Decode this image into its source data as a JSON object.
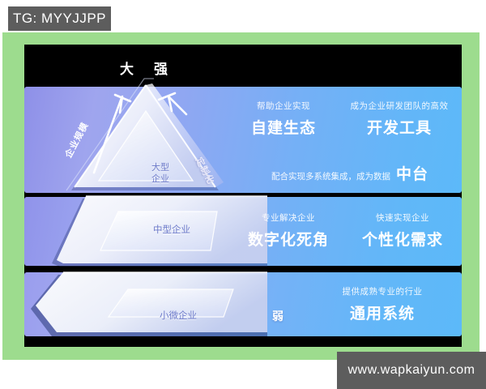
{
  "watermarks": {
    "top_left": "TG: MYYJJPP",
    "bottom_right": "www.wapkaiyun.com"
  },
  "colors": {
    "frame_green": "#9ddc8e",
    "stage_black": "#000000",
    "band_gradient_start": "#8e90e8",
    "band_gradient_end": "#5cb9f9",
    "tier_label_blue": "#6a78c9",
    "watermark_gray": "#5d5d5d"
  },
  "axis_captions": {
    "top_left_strength": "大",
    "top_right_strength": "强",
    "bottom_weak": "弱",
    "left_diagonal": "企业规模",
    "right_diagonal": "定制化"
  },
  "pyramid": {
    "tiers": [
      {
        "id": "large",
        "label": "大型\n企业"
      },
      {
        "id": "medium",
        "label": "中型企业"
      },
      {
        "id": "small",
        "label": "小微企业"
      }
    ]
  },
  "bands": [
    {
      "id": "top",
      "items": [
        {
          "sub": "帮助企业实现",
          "head": "自建生态"
        },
        {
          "sub": "成为企业研发团队的高效",
          "head": "开发工具"
        },
        {
          "sub": "配合实现多系统集成，成为数据",
          "head": "中台"
        }
      ]
    },
    {
      "id": "middle",
      "items": [
        {
          "sub": "专业解决企业",
          "head": "数字化死角"
        },
        {
          "sub": "快速实现企业",
          "head": "个性化需求"
        }
      ]
    },
    {
      "id": "bottom",
      "items": [
        {
          "sub": "提供成熟专业的行业",
          "head": "通用系统"
        }
      ]
    }
  ]
}
